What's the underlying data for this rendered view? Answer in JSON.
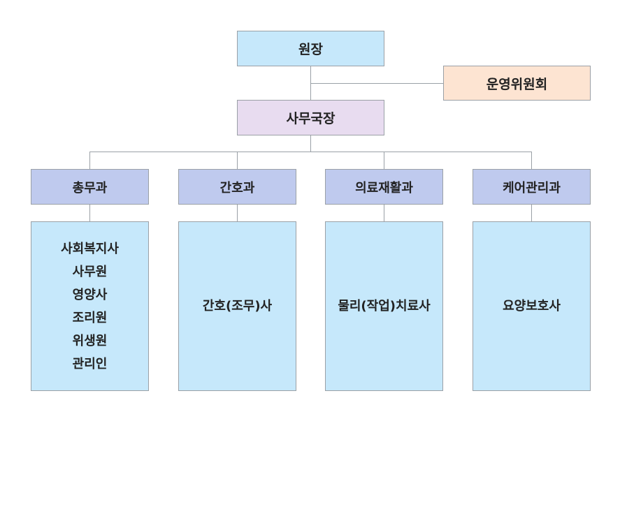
{
  "director": "원장",
  "committee": "운영위원회",
  "secretary_general": "사무국장",
  "departments": [
    {
      "name": "총무과",
      "staff": [
        "사회복지사",
        "사무원",
        "영양사",
        "조리원",
        "위생원",
        "관리인"
      ]
    },
    {
      "name": "간호과",
      "staff": [
        "간호(조무)사"
      ]
    },
    {
      "name": "의료재활과",
      "staff": [
        "물리(작업)치료사"
      ]
    },
    {
      "name": "케어관리과",
      "staff": [
        "요양보호사"
      ]
    }
  ]
}
